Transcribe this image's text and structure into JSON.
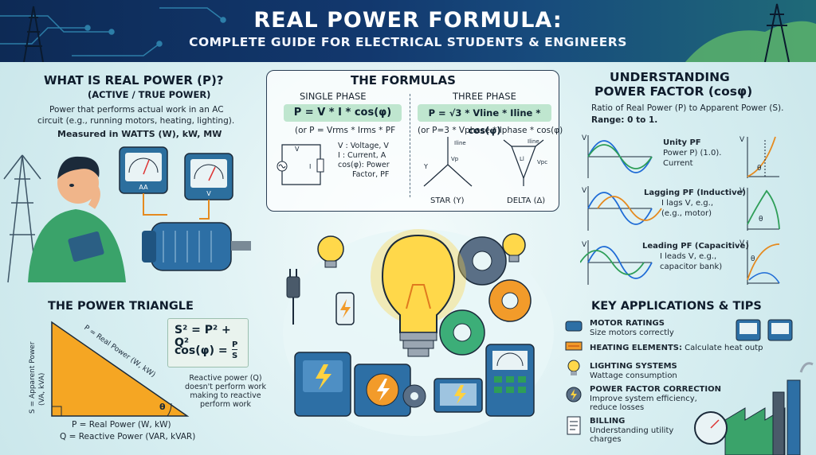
{
  "header": {
    "title": "REAL POWER FORMULA:",
    "subtitle": "COMPLETE GUIDE FOR ELECTRICAL STUDENTS & ENGINEERS"
  },
  "what_is": {
    "title": "WHAT IS REAL POWER (P)?",
    "subtitle": "(ACTIVE / TRUE POWER)",
    "desc_line1": "Power that performs actual work in an AC",
    "desc_line2": "circuit (e.g., running motors, heating, lighting).",
    "measured": "Measured in WATTS (W), kW, MW",
    "meter1_label": "AA",
    "meter2_label": "V"
  },
  "formulas": {
    "title": "THE FORMULAS",
    "single_phase": "SINGLE PHASE",
    "three_phase": "THREE PHASE",
    "sp_formula": "P = V * I * cos(φ)",
    "sp_alt": "(or P = Vrms * Irms * PF",
    "tp_formula": "P = √3 * Vline * Iline * cos(φ)",
    "tp_alt": "(or P=3 * Vphase * Iphase * cos(φ)",
    "legend_v": "V : Voltage, V",
    "legend_i": "I : Current, A",
    "legend_cos": "cos(φ): Power",
    "legend_cos2": "Factor, PF",
    "star_label": "STAR (Y)",
    "delta_label": "DELTA (Δ)",
    "star_iline": "Iline",
    "delta_iline": "Iline",
    "star_vp": "Vp",
    "delta_vp": "Vpc",
    "delta_ll": "Ll",
    "star_y": "Y"
  },
  "pf": {
    "title_line1": "UNDERSTANDING",
    "title_line2": "POWER FACTOR (cosφ)",
    "desc": "Ratio of Real Power (P) to Apparent Power (S).",
    "range": "Range: 0 to 1.",
    "unity_title": "Unity PF",
    "unity_l2": "Power P) (1.0).",
    "unity_l3": "Current",
    "lag_title": "Lagging PF (Inductive)",
    "lag_l2": "I lags V, e.g.,",
    "lag_l3": "(e.g., motor)",
    "lead_title": "Leading PF (Capacitive)",
    "lead_l2": "I leads V, e.g.,",
    "lead_l3": "capacitor bank)",
    "axis_v": "V",
    "axis_i": "I",
    "theta": "θ"
  },
  "triangle": {
    "title": "THE POWER TRIANGLE",
    "eq1": "S² = P² + Q²",
    "eq2": "cos(φ) =",
    "eq2_num": "P",
    "eq2_den": "S",
    "hyp_label": "P = Real Power (W, kW)",
    "side_l1": "S = Apparent Power",
    "side_l2": "(VA, kVA)",
    "theta": "θ",
    "note_l1": "Reactive power (Q)",
    "note_l2": "doesn't perform work",
    "note_l3": "making to reactive",
    "note_l4": "perform work",
    "bottom1": "P = Real Power (W, kW)",
    "bottom2": "Q = Reactive Power (VAR, kVAR)"
  },
  "apps": {
    "title": "KEY APPLICATIONS & TIPS",
    "items": [
      {
        "title": "MOTOR RATINGS",
        "desc": "Size motors correctly",
        "desc2": ""
      },
      {
        "title": "HEATING ELEMENTS:",
        "desc": "Calculate heat outp",
        "desc2": ""
      },
      {
        "title": "LIGHTING SYSTEMS",
        "desc": "Wattage consumption",
        "desc2": ""
      },
      {
        "title": "POWER FACTOR CORRECTION",
        "desc": "Improve system efficiency,",
        "desc2": "reduce losses"
      },
      {
        "title": "BILLING",
        "desc": "Understanding utility",
        "desc2": "charges"
      }
    ]
  },
  "colors": {
    "header_bg": "#12386e",
    "triangle": "#f5a623",
    "formula_bg": "#bfe6cf",
    "voltage_wave": "#1e6bd6",
    "current_wave": "#2e9e58",
    "current_alt": "#e58a1f"
  }
}
